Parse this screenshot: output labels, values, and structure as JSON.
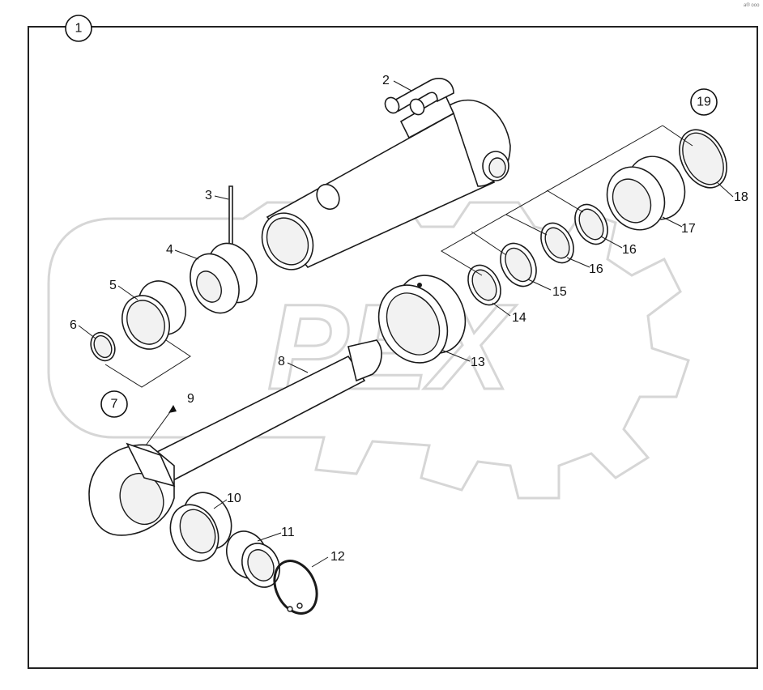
{
  "diagram": {
    "assembly_label": "1",
    "group_label_seals": "19",
    "group_label_ring": "7",
    "watermark_text": "PEX",
    "corner_mark": "a® ooo",
    "colors": {
      "line": "#1a1a1a",
      "watermark": "#d6d6d6",
      "frame": "#222222"
    },
    "callouts": [
      {
        "id": "2",
        "text": "2"
      },
      {
        "id": "3",
        "text": "3"
      },
      {
        "id": "4",
        "text": "4"
      },
      {
        "id": "5",
        "text": "5"
      },
      {
        "id": "6",
        "text": "6"
      },
      {
        "id": "8",
        "text": "8"
      },
      {
        "id": "9",
        "text": "9"
      },
      {
        "id": "10",
        "text": "10"
      },
      {
        "id": "11",
        "text": "11"
      },
      {
        "id": "12",
        "text": "12"
      },
      {
        "id": "13",
        "text": "13"
      },
      {
        "id": "14",
        "text": "14"
      },
      {
        "id": "15",
        "text": "15"
      },
      {
        "id": "16a",
        "text": "16"
      },
      {
        "id": "16b",
        "text": "16"
      },
      {
        "id": "17",
        "text": "17"
      },
      {
        "id": "18",
        "text": "18"
      }
    ]
  }
}
